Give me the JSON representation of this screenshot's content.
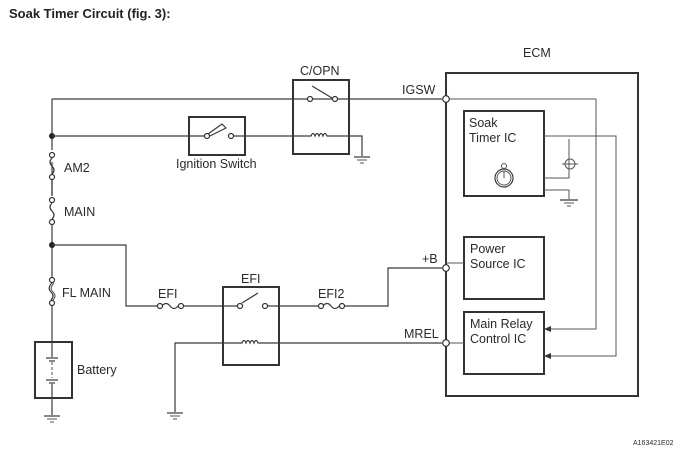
{
  "title": "Soak Timer Circuit (fig. 3):",
  "components": {
    "ecm": "ECM",
    "copn_relay": "C/OPN",
    "ignition_switch": "Ignition Switch",
    "am2_fuse": "AM2",
    "main_fuse": "MAIN",
    "fl_main_fuse": "FL MAIN",
    "efi_fuse": "EFI",
    "efi_relay": "EFI",
    "efi2_fuse": "EFI2",
    "battery": "Battery"
  },
  "ecm_terminals": {
    "igsw": "IGSW",
    "plus_b": "+B",
    "mrel": "MREL"
  },
  "ecm_blocks": {
    "soak_timer_line1": "Soak",
    "soak_timer_line2": "Timer IC",
    "power_source_line1": "Power",
    "power_source_line2": "Source IC",
    "main_relay_line1": "Main Relay",
    "main_relay_line2": "Control IC"
  },
  "reference_code": "A163421E02"
}
